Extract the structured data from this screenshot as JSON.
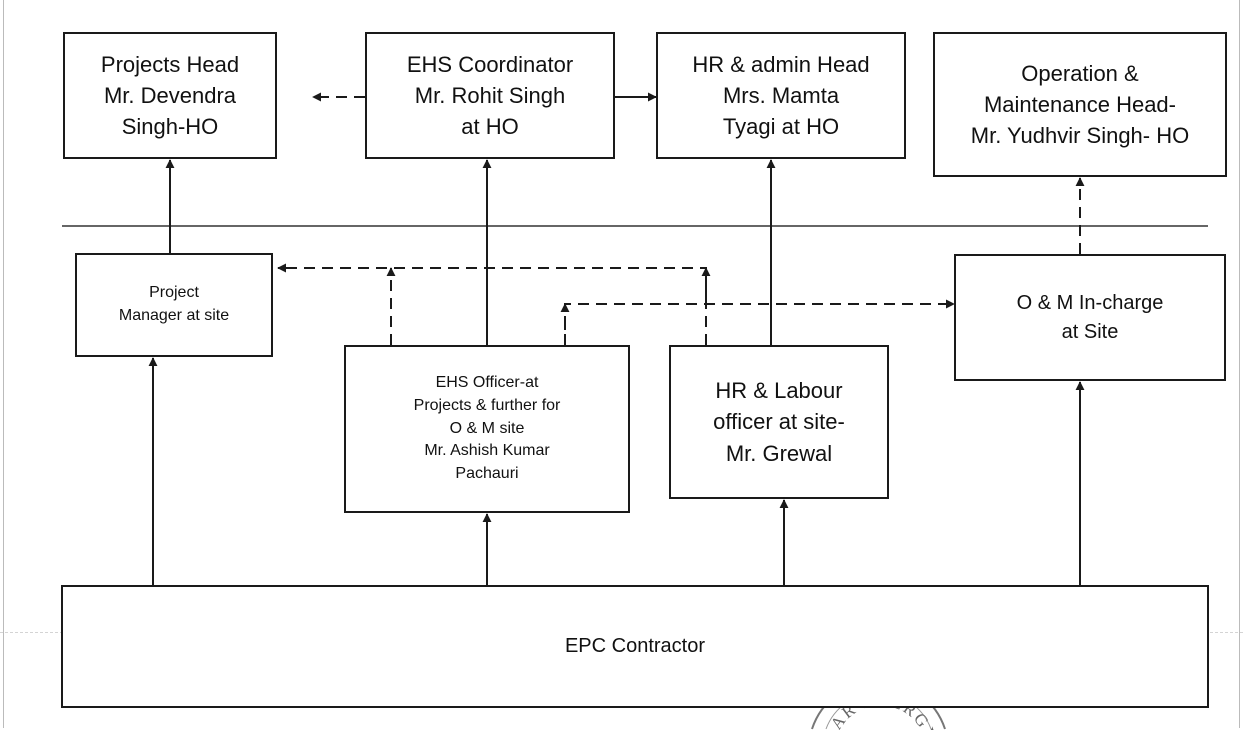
{
  "nodes": {
    "projects_head": "Projects Head\nMr. Devendra\nSingh-HO",
    "ehs_coordinator": "EHS Coordinator\nMr. Rohit Singh\nat HO",
    "hr_admin_head": "HR & admin Head\nMrs. Mamta\nTyagi at HO",
    "om_head": "Operation &\nMaintenance Head-\nMr. Yudhvir Singh- HO",
    "project_manager": "Project\nManager at site",
    "om_incharge": "O & M In-charge\nat Site",
    "ehs_officer": "EHS Officer-at\nProjects & further for\nO & M site\nMr. Ashish Kumar\nPachauri",
    "hr_labour_officer": "HR & Labour\nofficer at site-\nMr. Grewal",
    "epc_contractor": "EPC Contractor"
  },
  "stamp": {
    "text": "AR ENERGY"
  }
}
